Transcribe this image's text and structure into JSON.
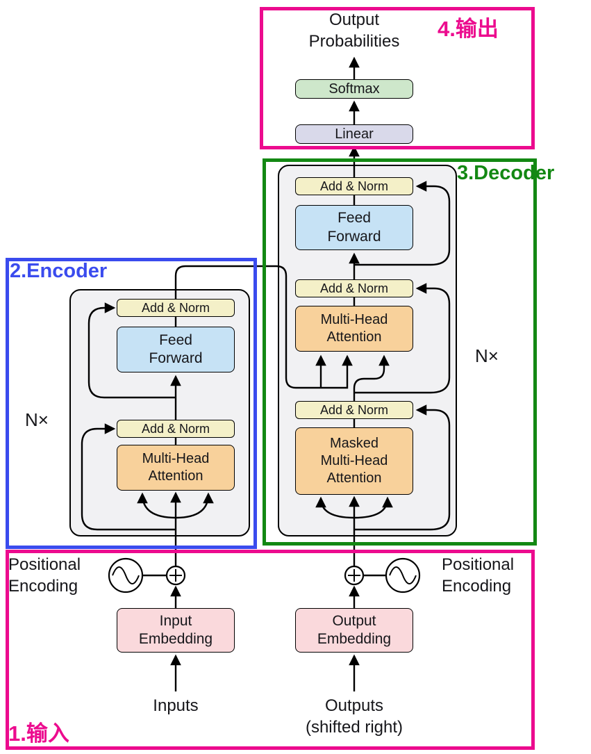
{
  "colors": {
    "frame_magenta": "#ec0b8e",
    "frame_blue": "#3a4bee",
    "frame_green": "#138813",
    "add_norm_fill": "#f4f0c8",
    "feed_forward_fill": "#c6e2f5",
    "attention_fill": "#f8d19b",
    "embedding_fill": "#fad9dc",
    "softmax_fill": "#cee7cb",
    "linear_fill": "#d9d9ea",
    "container_fill": "#f1f1f3",
    "line": "#000000"
  },
  "annotations": {
    "input_label": "1.输入",
    "encoder_label": "2.Encoder",
    "decoder_label": "3.Decoder",
    "output_label": "4.输出"
  },
  "output_head": {
    "output_probabilities": "Output\nProbabilities",
    "softmax": "Softmax",
    "linear": "Linear"
  },
  "decoder": {
    "add_norm_top": "Add & Norm",
    "feed_forward": "Feed\nForward",
    "add_norm_mid": "Add & Norm",
    "multi_head_attention": "Multi-Head\nAttention",
    "add_norm_bottom": "Add & Norm",
    "masked_multi_head_attention": "Masked\nMulti-Head\nAttention",
    "repeat": "N×"
  },
  "encoder": {
    "add_norm_top": "Add & Norm",
    "feed_forward": "Feed\nForward",
    "add_norm_bottom": "Add & Norm",
    "multi_head_attention": "Multi-Head\nAttention",
    "repeat": "N×"
  },
  "inputs": {
    "positional_encoding_left": "Positional\nEncoding",
    "positional_encoding_right": "Positional\nEncoding",
    "input_embedding": "Input\nEmbedding",
    "output_embedding": "Output\nEmbedding",
    "inputs_label": "Inputs",
    "outputs_label": "Outputs\n(shifted right)"
  }
}
